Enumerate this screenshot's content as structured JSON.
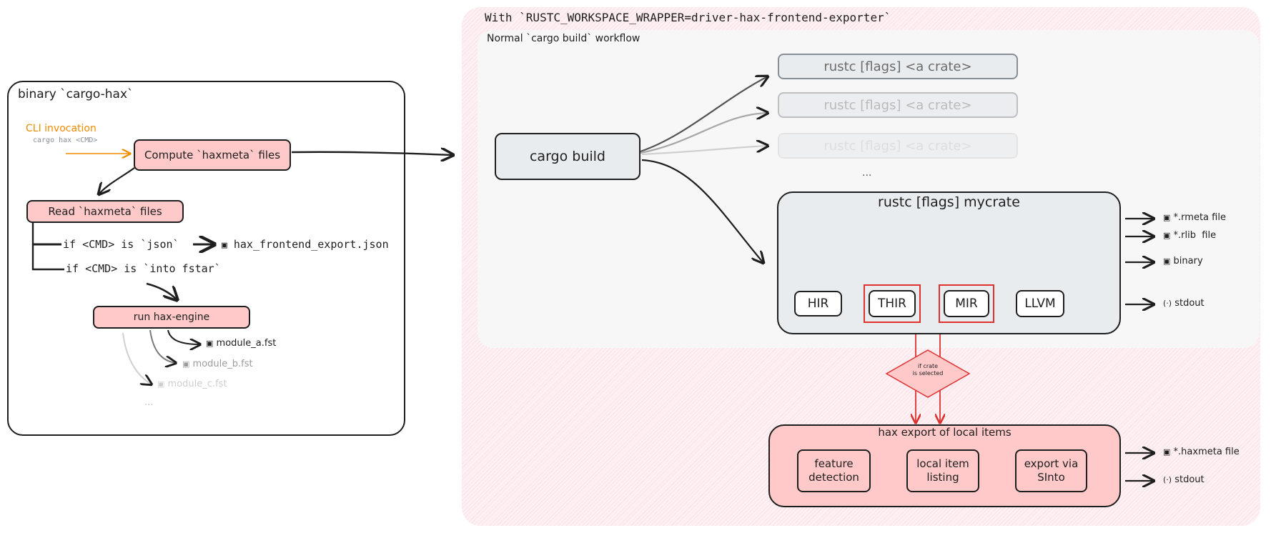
{
  "wrapper": {
    "title": "With `RUSTC_WORKSPACE_WRAPPER=driver-hax-frontend-exporter`",
    "workflow_title": "Normal `cargo build` workflow"
  },
  "cargo_hax": {
    "title": "binary `cargo-hax`",
    "cli_label": "CLI invocation",
    "cli_sub": "cargo hax <CMD>",
    "compute_box": "Compute `haxmeta` files",
    "read_box": "Read `haxmeta` files",
    "if_json": "if <CMD> is `json`",
    "json_output": "hax_frontend_export.json",
    "if_fstar": "if <CMD> is `into fstar`",
    "engine_box": "run hax-engine",
    "modules": [
      "module_a.fst",
      "module_b.fst",
      "module_c.fst"
    ],
    "ellipsis": "..."
  },
  "cargo_build": {
    "box": "cargo build",
    "rustc_crates": [
      "rustc [flags] <a crate>",
      "rustc [flags] <a crate>",
      "rustc [flags] <a crate>"
    ],
    "ellipsis": "...",
    "mycrate_title": "rustc [flags] mycrate",
    "stages": [
      "HIR",
      "THIR",
      "MIR",
      "LLVM"
    ],
    "outputs": [
      "*.rmeta file",
      "*.rlib  file",
      "binary",
      "stdout"
    ],
    "decision": "if crate\nis selected"
  },
  "hax_export": {
    "title": "hax export of local items",
    "steps": [
      "feature\ndetection",
      "local item\nlisting",
      "export via\nSInto"
    ],
    "outputs": [
      "*.haxmeta file",
      "stdout"
    ]
  },
  "colors": {
    "accent_orange": "#f08c00",
    "pink_fill": "#ffc9c9",
    "grey_fill": "#e9ecef",
    "red_line": "#e03131"
  }
}
